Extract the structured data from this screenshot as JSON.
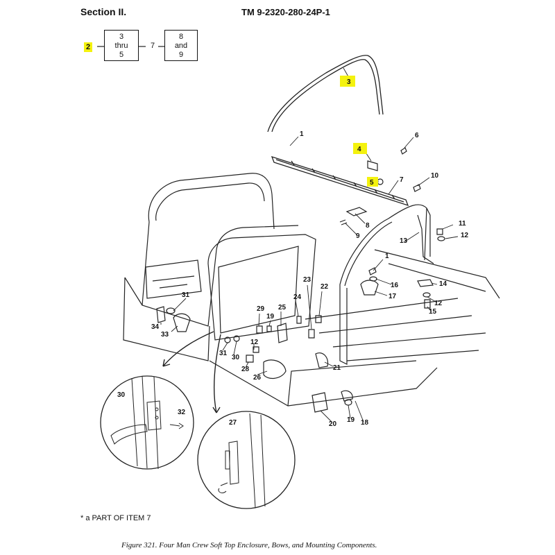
{
  "header": {
    "section": "Section II.",
    "tm_number": "TM 9-2320-280-24P-1"
  },
  "locator": {
    "left_ref": "2",
    "box1_line1": "3",
    "box1_line2": "thru",
    "box1_line3": "5",
    "mid_ref": "7",
    "box2_line1": "8",
    "box2_line2": "and",
    "box2_line3": "9"
  },
  "highlight_color": "#f4f20e",
  "callouts": [
    "1",
    "3",
    "4",
    "5",
    "6",
    "7",
    "8",
    "9",
    "10",
    "11",
    "12",
    "13",
    "1",
    "14",
    "16",
    "17",
    "12",
    "15",
    "22",
    "23",
    "24",
    "25",
    "19",
    "29",
    "31",
    "34",
    "33",
    "31",
    "30",
    "12",
    "28",
    "26",
    "21",
    "19",
    "18",
    "20",
    "30",
    "32",
    "27"
  ],
  "highlighted_callouts": [
    "2",
    "3",
    "4",
    "5"
  ],
  "part_note_symbol": "* a",
  "part_note": "PART OF ITEM  7",
  "caption": "Figure 321.  Four Man Crew Soft Top Enclosure, Bows, and Mounting Components."
}
